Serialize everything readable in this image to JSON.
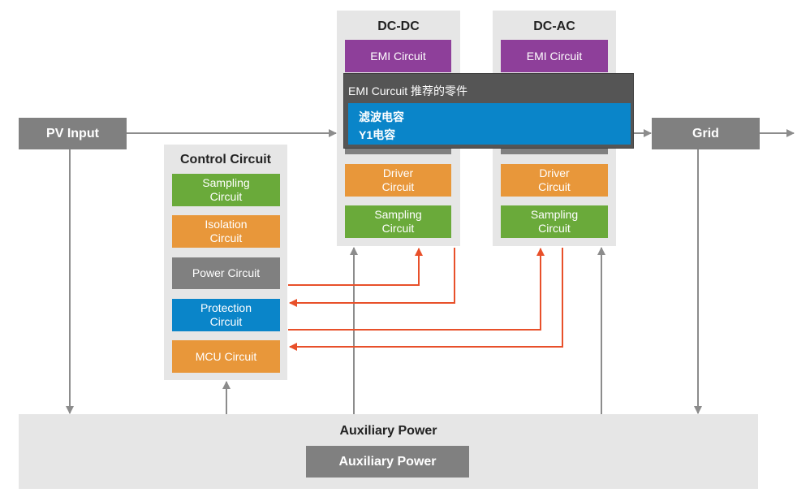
{
  "pv_input": "PV Input",
  "grid": "Grid",
  "control": {
    "title": "Control Circuit",
    "blocks": [
      "Sampling\nCircuit",
      "Isolation\nCircuit",
      "Power Circuit",
      "Protection\nCircuit",
      "MCU Circuit"
    ]
  },
  "dcdc": {
    "title": "DC-DC",
    "emi": "EMI Circuit",
    "storage": "Storage",
    "driver": "Driver\nCircuit",
    "sampling": "Sampling\nCircuit"
  },
  "dcac": {
    "title": "DC-AC",
    "emi": "EMI Circuit",
    "storage": "Storage",
    "driver": "Driver\nCircuit",
    "sampling": "Sampling\nCircuit"
  },
  "aux": {
    "title": "Auxiliary Power",
    "inner": "Auxiliary Power"
  },
  "tooltip": {
    "title": "EMI Curcuit 推荐的零件",
    "items": [
      "滤波电容",
      "Y1电容"
    ]
  },
  "colors": {
    "gray_arrow": "#8c8c8c",
    "red_arrow": "#e8502a",
    "blue": "#0a85c9",
    "purple": "#8e3f9a",
    "green": "#6aaa3a",
    "orange": "#e8973a"
  }
}
